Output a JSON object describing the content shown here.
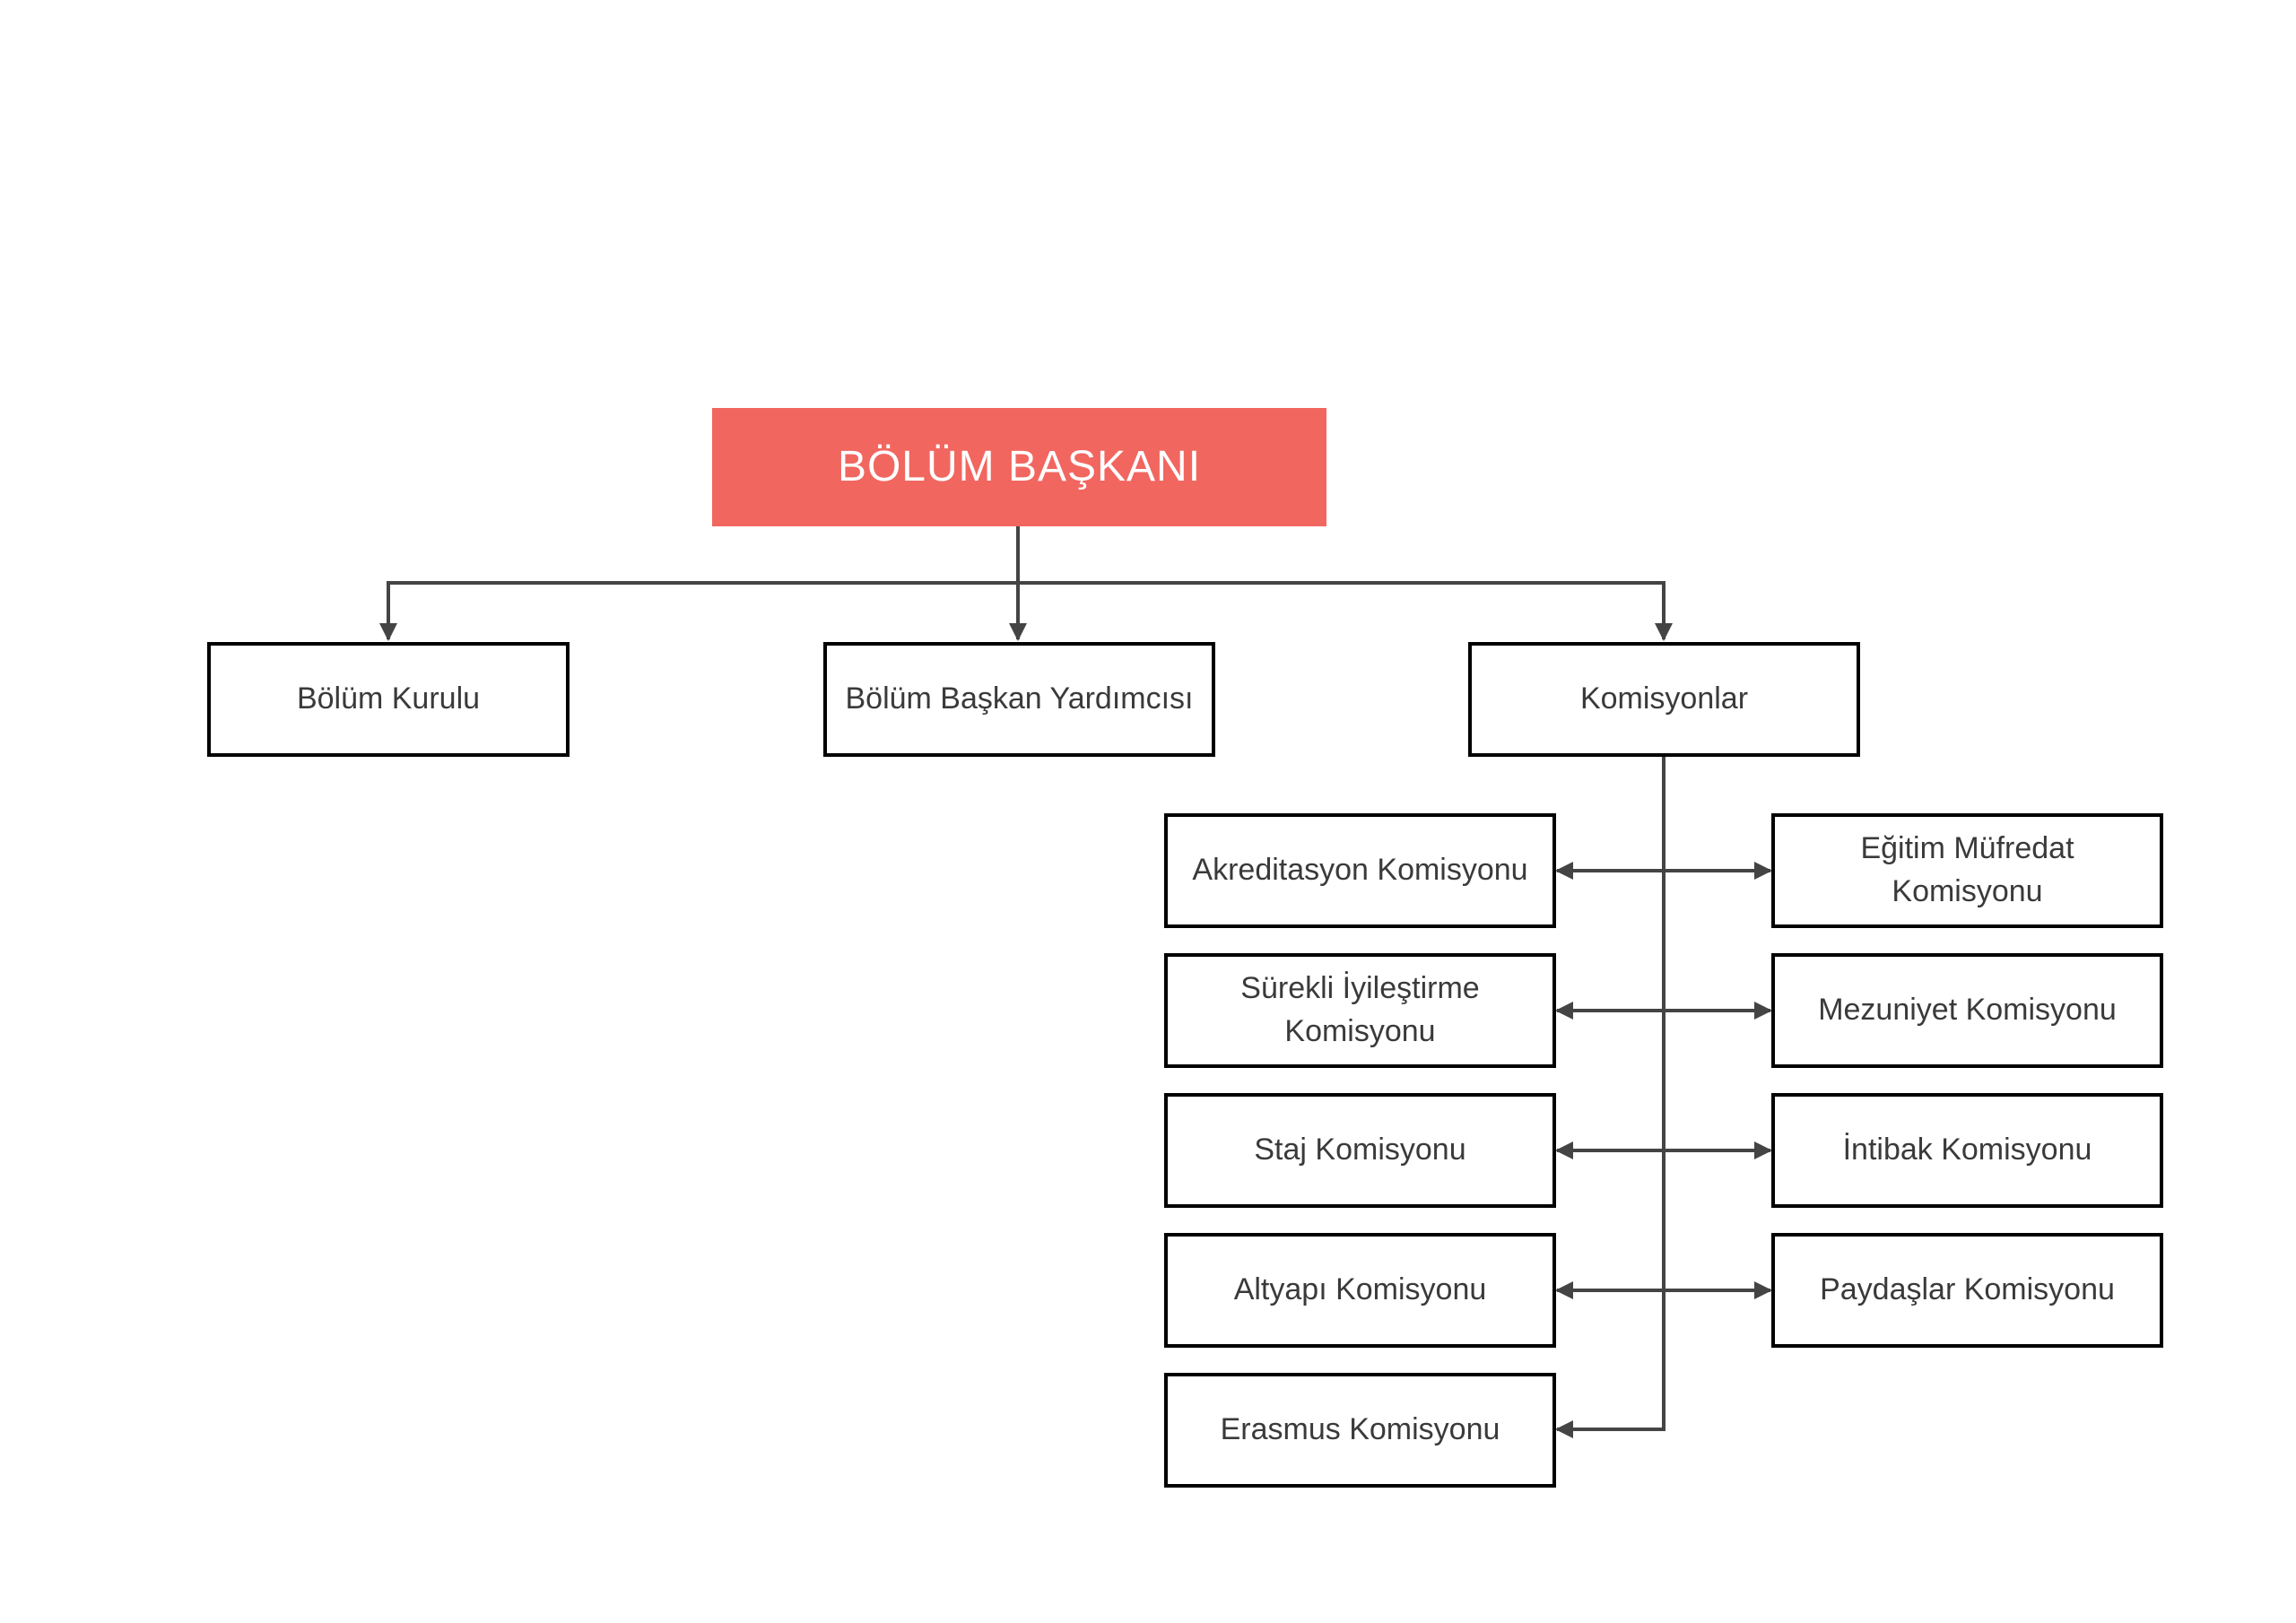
{
  "colors": {
    "head_fill": "#f26660",
    "head_text": "#ffffff",
    "box_border": "#000000",
    "box_text": "#3a3a3a",
    "connector": "#444444"
  },
  "org": {
    "head": "BÖLÜM BAŞKANI",
    "level1": {
      "board": "Bölüm Kurulu",
      "deputy": "Bölüm Başkan Yardımcısı",
      "commissions": "Komisyonlar"
    },
    "left_commissions": [
      "Akreditasyon Komisyonu",
      "Sürekli İyileştirme Komisyonu",
      "Staj Komisyonu",
      "Altyapı Komisyonu",
      "Erasmus Komisyonu"
    ],
    "right_commissions": [
      "Eğitim Müfredat Komisyonu",
      "Mezuniyet Komisyonu",
      "İntibak Komisyonu",
      "Paydaşlar Komisyonu"
    ]
  }
}
